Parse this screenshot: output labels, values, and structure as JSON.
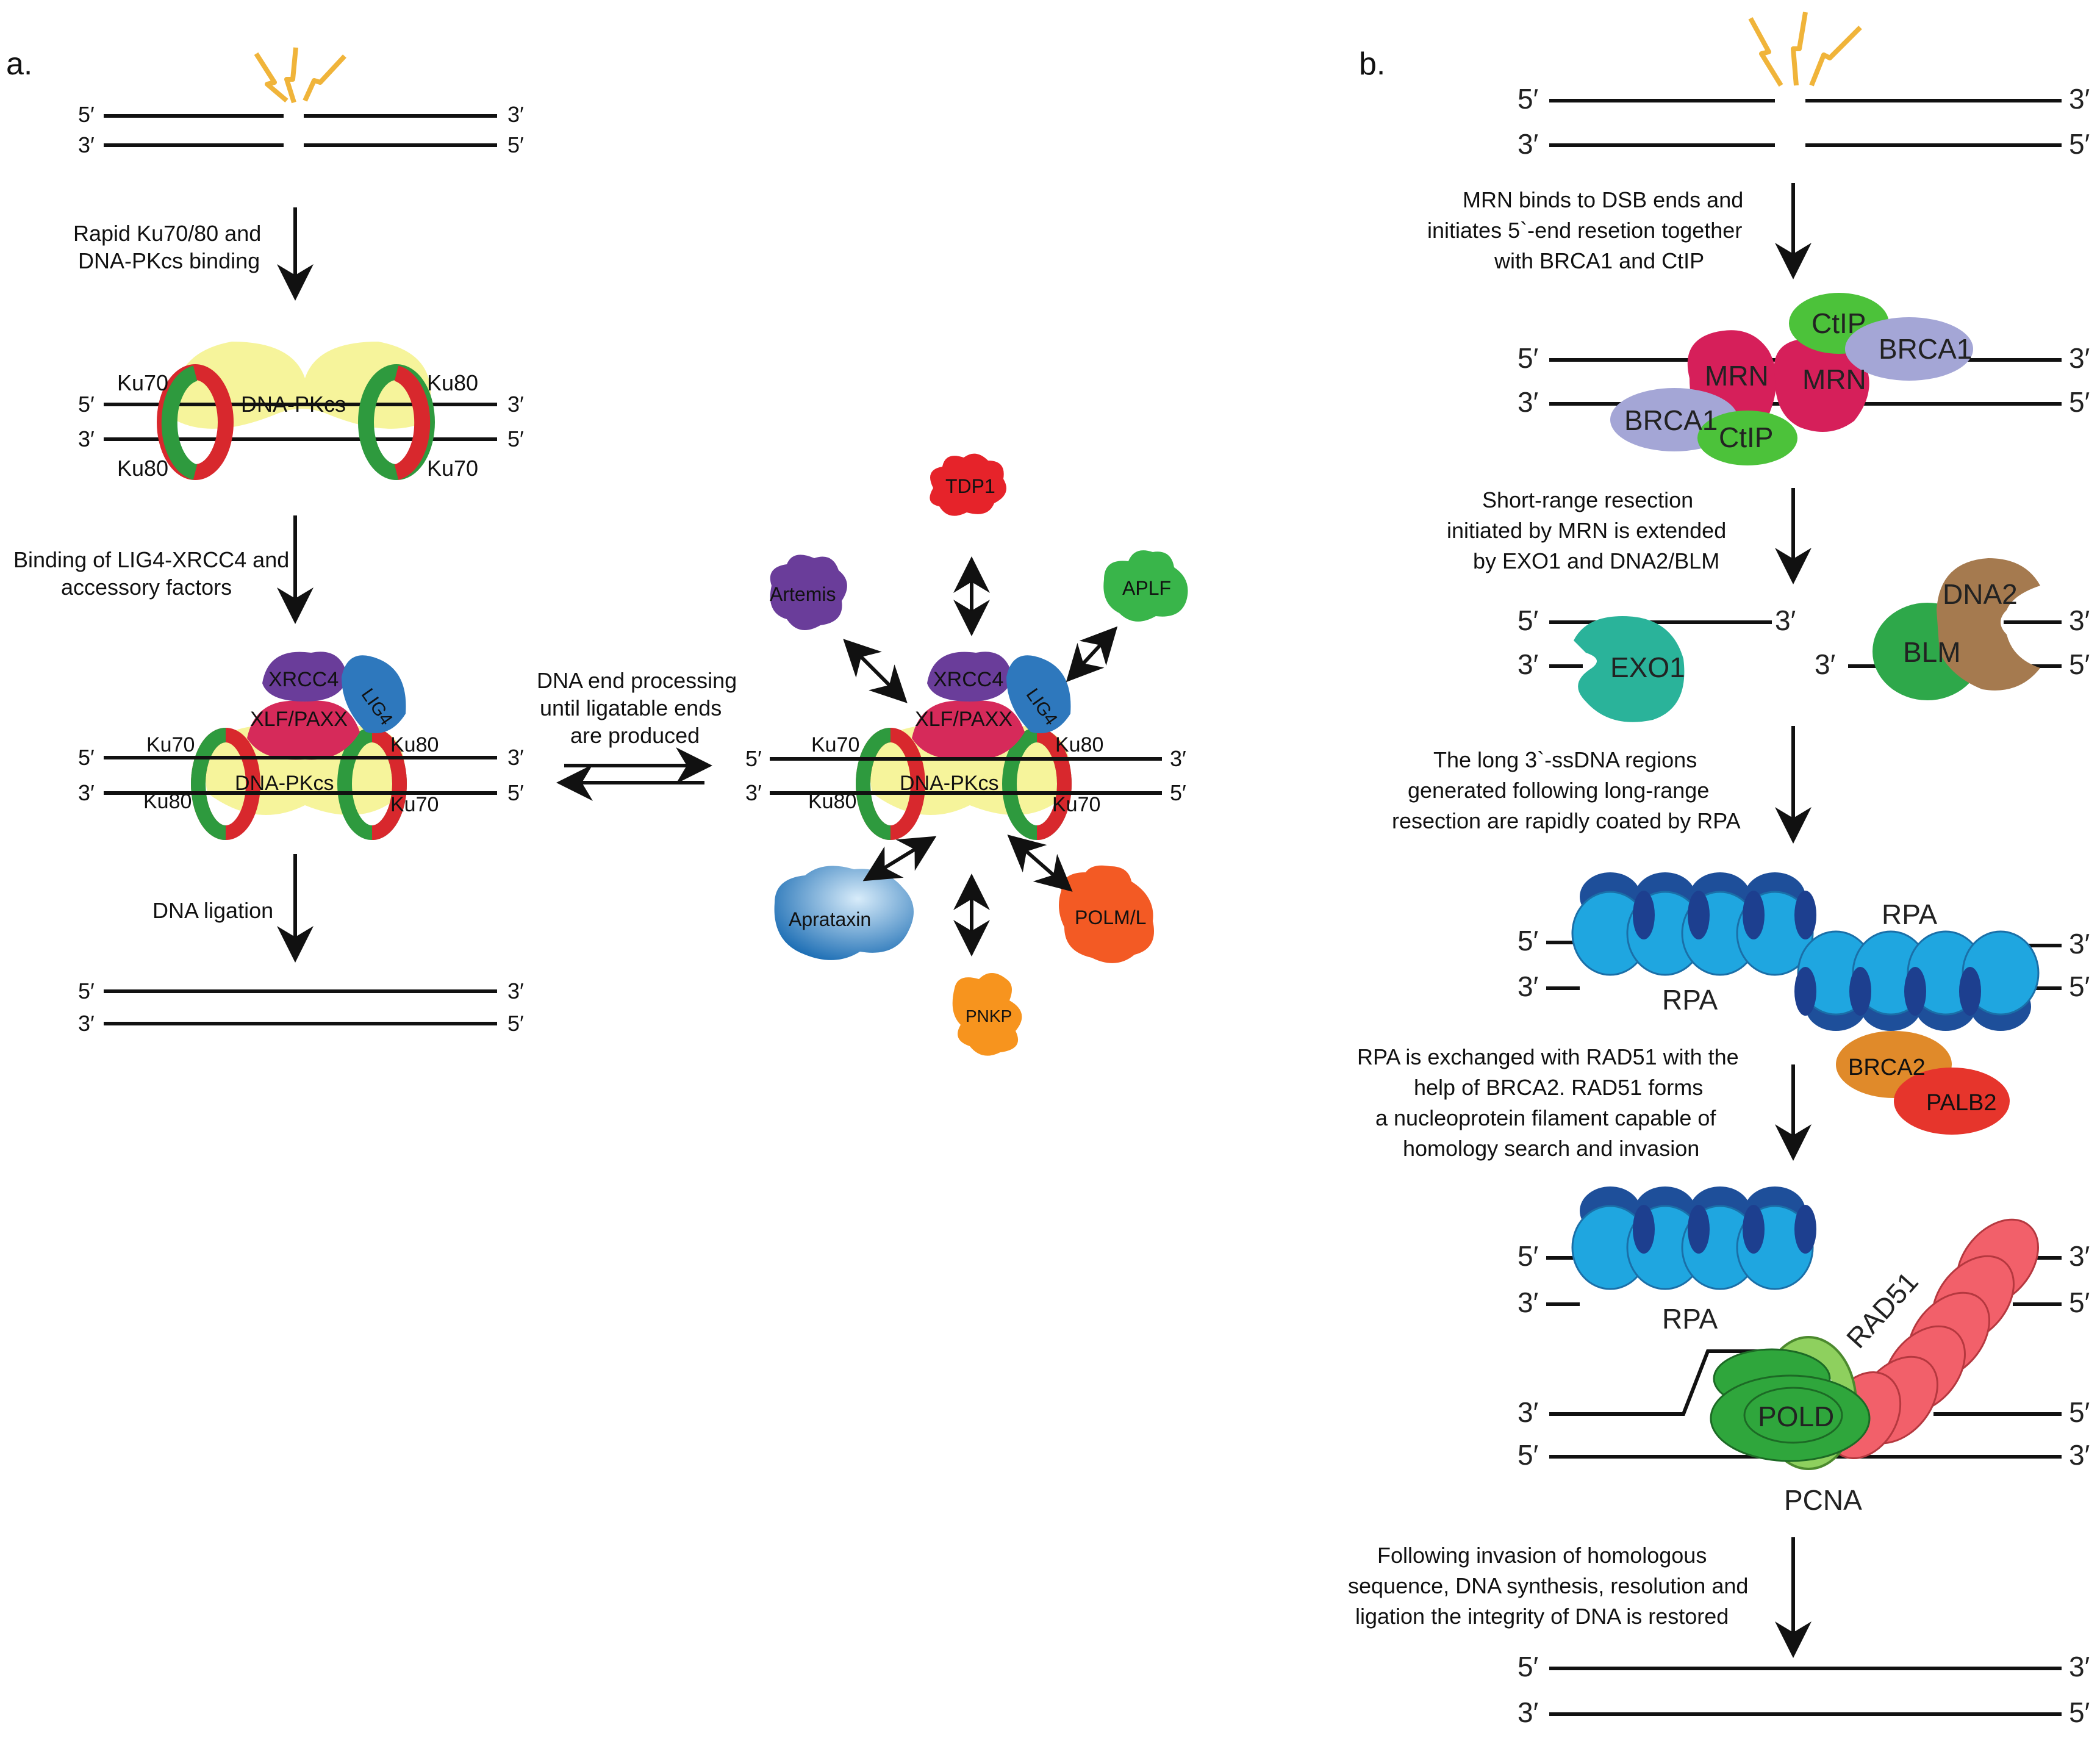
{
  "panels": {
    "a_label": "a.",
    "b_label": "b."
  },
  "ends": {
    "five": "5′",
    "three": "3′"
  },
  "nhej": {
    "step1": [
      "Rapid Ku70/80 and",
      "DNA-PKcs binding"
    ],
    "step2": [
      "Binding of LIG4-XRCC4 and",
      "accessory factors"
    ],
    "step3": "DNA ligation",
    "processing": [
      "DNA end processing",
      "until ligatable ends",
      "are produced"
    ],
    "ku70": "Ku70",
    "ku80": "Ku80",
    "dnapkcs": "DNA-PKcs",
    "xrcc4": "XRCC4",
    "lig4": "LIG4",
    "xlf": "XLF/PAXX",
    "factors": {
      "tdp1": "TDP1",
      "artemis": "Artemis",
      "aplf": "APLF",
      "aprataxin": "Aprataxin",
      "polm": "POLM/L",
      "pnkp": "PNKP"
    }
  },
  "hr": {
    "step1": [
      "MRN binds to DSB ends and",
      "initiates 5`-end resetion together",
      "with BRCA1 and CtIP"
    ],
    "step2": [
      "Short-range resection",
      "initiated by MRN is extended",
      "by EXO1 and DNA2/BLM"
    ],
    "step3": [
      "The long 3`-ssDNA regions",
      "generated following long-range",
      "resection are rapidly coated by RPA"
    ],
    "step4": [
      "RPA is exchanged with RAD51 with the",
      "help of BRCA2. RAD51 forms",
      "a nucleoprotein filament capable of",
      "homology search and invasion"
    ],
    "step5": [
      "Following invasion of homologous",
      "sequence, DNA synthesis, resolution and",
      "ligation the integrity of DNA is restored"
    ],
    "mrn": "MRN",
    "ctip": "CtIP",
    "brca1": "BRCA1",
    "exo1": "EXO1",
    "dna2": "DNA2",
    "blm": "BLM",
    "rpa": "RPA",
    "brca2": "BRCA2",
    "palb2": "PALB2",
    "rad51": "RAD51",
    "pold": "POLD",
    "pcna": "PCNA"
  },
  "colors": {
    "lightning": "#f0b43a",
    "ku_red": "#d8282d",
    "ku_green": "#2e9a3e",
    "pkcs_yellow": "#f3f07a",
    "xrcc4": "#6a3d9a",
    "lig4": "#2e78bd",
    "xlf": "#d62a5a",
    "mrn": "#d61f5a",
    "ctip": "#4cc23a",
    "brca1": "#a4a6d6",
    "exo1": "#2ab39a",
    "dna2": "#a57a4f",
    "blm": "#2ea84a",
    "rpa_light": "#1fa6e0",
    "rpa_dark": "#1d3f8f",
    "brca2": "#e08a2a",
    "palb2": "#e6352c",
    "rad51": "#f2606a",
    "pold": "#2fa63c",
    "pcna": "#8ed05e"
  }
}
